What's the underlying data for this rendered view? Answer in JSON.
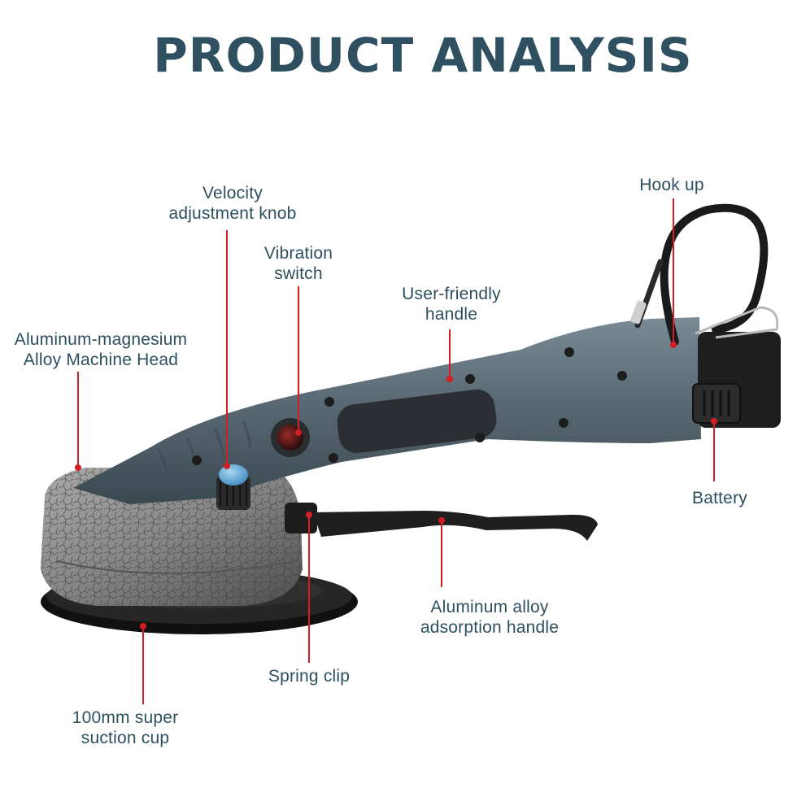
{
  "title": "PRODUCT ANALYSIS",
  "colors": {
    "title": "#2e5060",
    "label_text": "#2d4f5e",
    "leader_line": "#d21f26",
    "handle_body": "#5a6a74",
    "machine_head": "#8a8a8a",
    "suction_cup": "#1c1c1c",
    "knob_cap": "#5aa7d8",
    "battery": "#1e1e1e"
  },
  "callouts": {
    "velocity_knob": [
      "Velocity",
      "adjustment knob"
    ],
    "vibration_switch": [
      "Vibration",
      "switch"
    ],
    "user_handle": [
      "User-friendly",
      "handle"
    ],
    "hook_up": [
      "Hook up"
    ],
    "machine_head": [
      "Aluminum-magnesium",
      "Alloy Machine Head"
    ],
    "battery": [
      "Battery"
    ],
    "adsorption_handle": [
      "Aluminum alloy",
      "adsorption handle"
    ],
    "spring_clip": [
      "Spring clip"
    ],
    "suction_cup": [
      "100mm super",
      "suction cup"
    ]
  }
}
